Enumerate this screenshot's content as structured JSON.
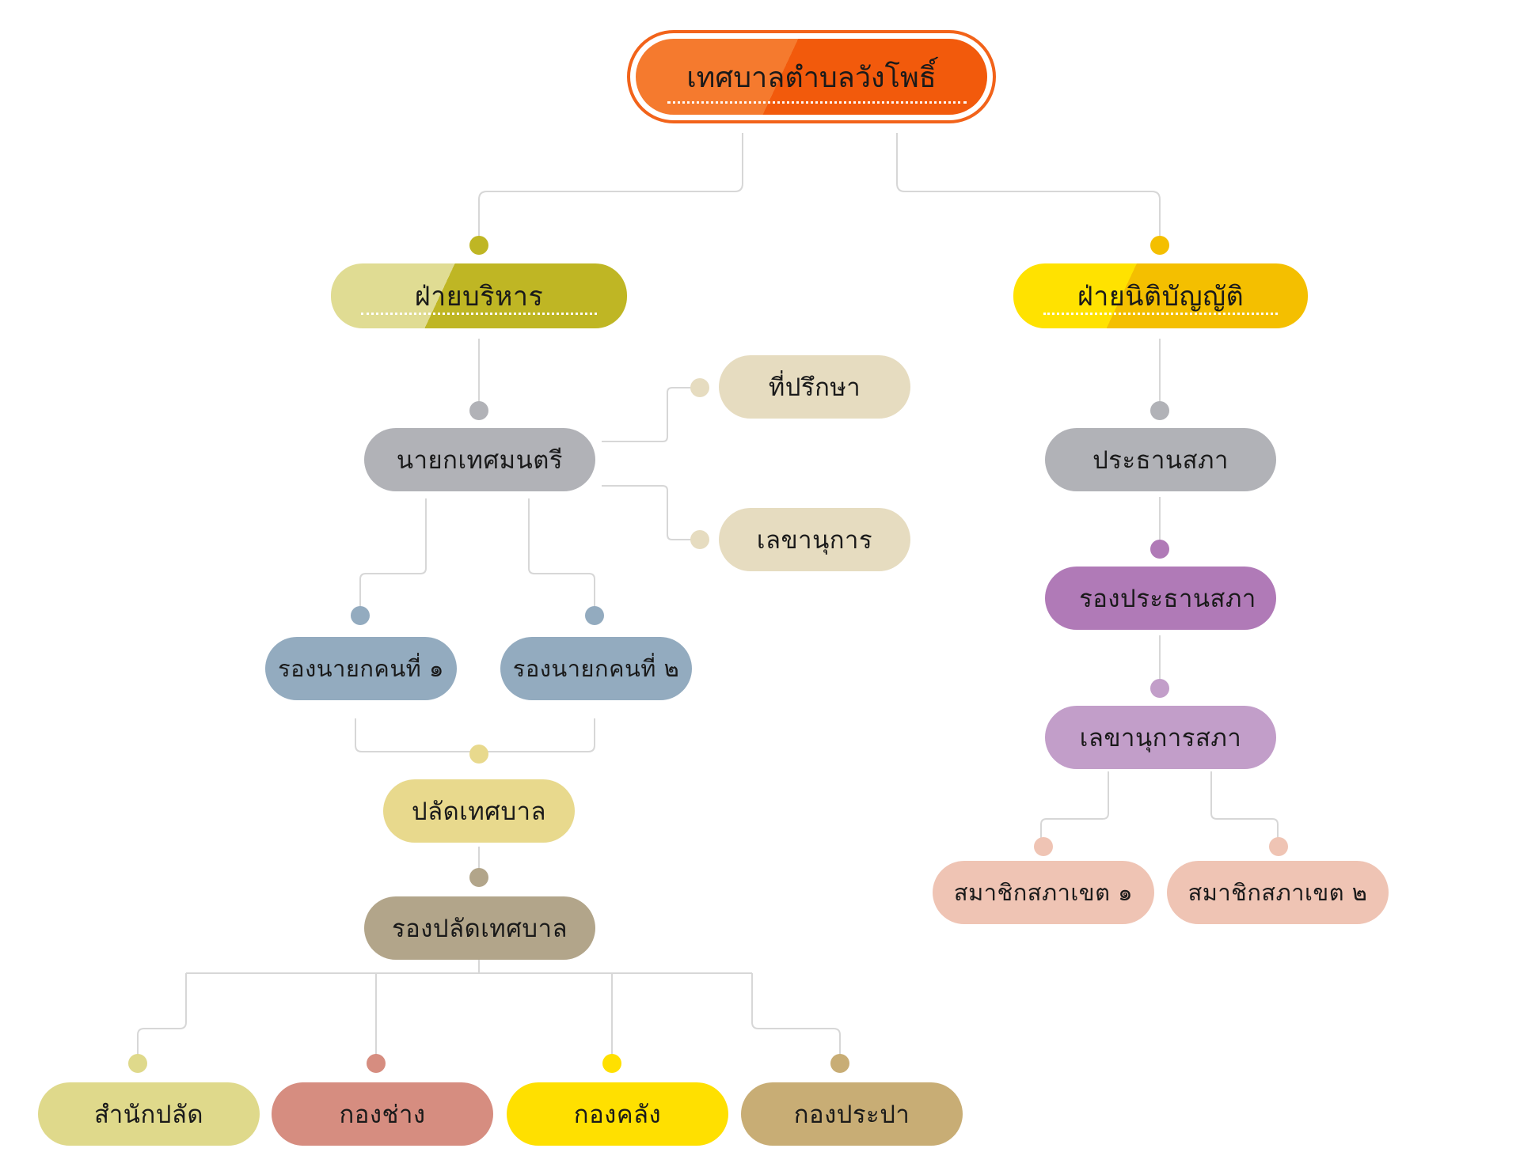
{
  "root": {
    "label": "เทศบาลตำบลวังโพธิ์"
  },
  "executive": {
    "label": "ฝ่ายบริหาร",
    "mayor": "นายกเทศมนตรี",
    "advisor": "ที่ปรึกษา",
    "secretary": "เลขานุการ",
    "deputy_1": "รองนายกคนที่ ๑",
    "deputy_2": "รองนายกคนที่ ๒",
    "clerk": "ปลัดเทศบาล",
    "deputy_clerk": "รองปลัดเทศบาล",
    "divisions": [
      "สำนักปลัด",
      "กองช่าง",
      "กองคลัง",
      "กองประปา"
    ]
  },
  "legislative": {
    "label": "ฝ่ายนิติบัญญัติ",
    "chairman": "ประธานสภา",
    "vice_chairman": "รองประธานสภา",
    "council_secretary": "เลขานุการสภา",
    "members": [
      "สมาชิกสภาเขต ๑",
      "สมาชิกสภาเขต ๒"
    ]
  },
  "colors": {
    "root": "#f25a0c",
    "executive": "#bfb624",
    "legislative": "#f4bf00",
    "gray": "#b1b2b7",
    "beige": "#e6dcc0",
    "blue_gray": "#93abbf",
    "khaki": "#e8d98d",
    "taupe": "#b2a58a",
    "purple": "#b07ab7",
    "lilac": "#c29ec9",
    "peach": "#efc4b4",
    "olive_light": "#dfd98b",
    "rose": "#d68d80",
    "yellow": "#ffe000",
    "tan": "#c8ad75",
    "connector": "#d7d7d7"
  }
}
